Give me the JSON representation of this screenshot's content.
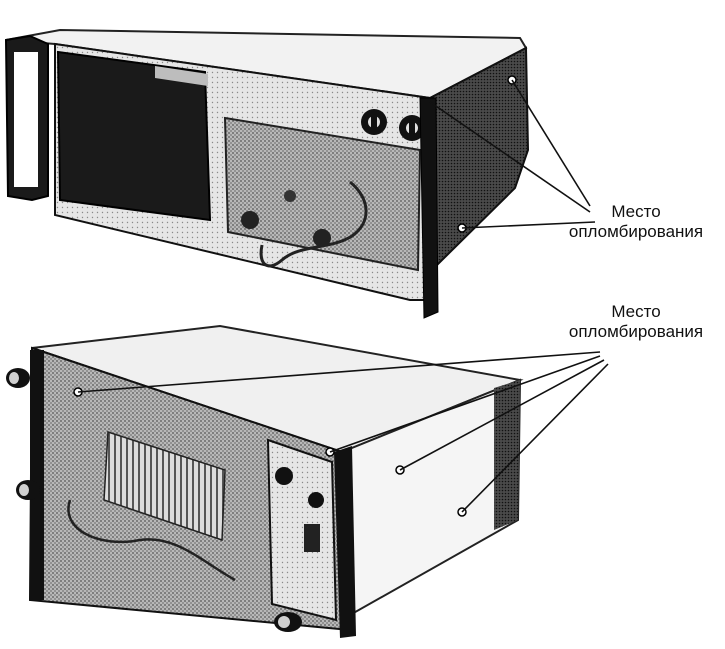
{
  "callouts": [
    {
      "line1": "Место",
      "line2": "опломбирования"
    },
    {
      "line1": "Место",
      "line2": "опломбирования"
    }
  ],
  "photos": [
    {
      "subject": "instrument-unit-top-view"
    },
    {
      "subject": "instrument-unit-rear-view"
    }
  ],
  "colors": {
    "ink": "#111111",
    "paper": "#ffffff",
    "dark": "#1a1a1a",
    "mid": "#6e6e6e",
    "light": "#d9d9d9"
  }
}
